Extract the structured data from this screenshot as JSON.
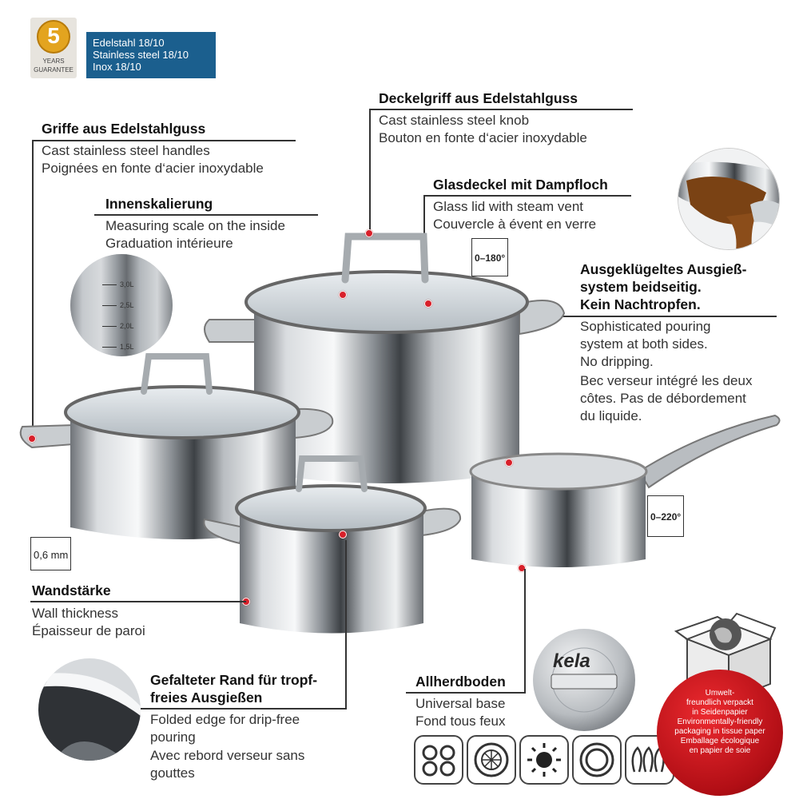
{
  "guarantee": {
    "number": "5",
    "line1": "YEARS",
    "line2": "GUARANTEE"
  },
  "material_banner": {
    "lines": [
      "Edelstahl 18/10",
      "Stainless steel 18/10",
      "Inox 18/10"
    ],
    "color": "#1b5f8e"
  },
  "features": {
    "lid_knob": {
      "title": "Deckelgriff aus Edelstahlguss",
      "lines": [
        "Cast stainless steel knob",
        "Bouton en fonte d‘acier inoxydable"
      ]
    },
    "handles": {
      "title": "Griffe aus Edelstahlguss",
      "lines": [
        "Cast stainless steel handles",
        "Poignées en fonte d‘acier inoxydable"
      ]
    },
    "scale": {
      "title": "Innenskalierung",
      "lines": [
        "Measuring scale on the inside",
        "Graduation intérieure"
      ]
    },
    "glass_lid": {
      "title": "Glasdeckel mit Dampfloch",
      "lines": [
        "Glass lid with steam vent",
        "Couvercle à évent en verre"
      ]
    },
    "pouring": {
      "title": [
        "Ausgeklügeltes Ausgieß-",
        "system beidseitig.",
        "Kein Nachtropfen."
      ],
      "lines": [
        "Sophisticated pouring",
        "system at both sides.",
        "No dripping.",
        "Bec verseur intégré les deux",
        "côtes. Pas de débordement",
        "du liquide."
      ]
    },
    "wall": {
      "title": "Wandstärke",
      "lines": [
        "Wall thickness",
        "Épaisseur de paroi"
      ]
    },
    "rim": {
      "title": [
        "Gefalteter Rand für tropf-",
        "freies Ausgießen"
      ],
      "lines": [
        "Folded edge for drip-free",
        "pouring",
        "Avec rebord verseur sans",
        "gouttes"
      ]
    },
    "base": {
      "title": "Allherdboden",
      "lines": [
        "Universal base",
        "Fond tous feux"
      ]
    }
  },
  "temps": {
    "lid": "0–180°",
    "pan": "0–220°"
  },
  "thickness": "0,6 mm",
  "scale_marks": [
    "3,0L",
    "2,5L",
    "2,0L",
    "1,5L"
  ],
  "brand": "kela",
  "eco": {
    "lines": [
      "Umwelt-",
      "freundlich verpackt",
      "in Seidenpapier",
      "Environmentally-friendly",
      "packaging in tissue paper",
      "Emballage écologique",
      "en papier de soie"
    ],
    "color": "#c8141c"
  },
  "accent_color": "#d8202a",
  "stove_icons": [
    "ceramic-hob-icon",
    "halogen-hob-icon",
    "radiant-hob-icon",
    "electric-hob-icon",
    "induction-hob-icon"
  ]
}
